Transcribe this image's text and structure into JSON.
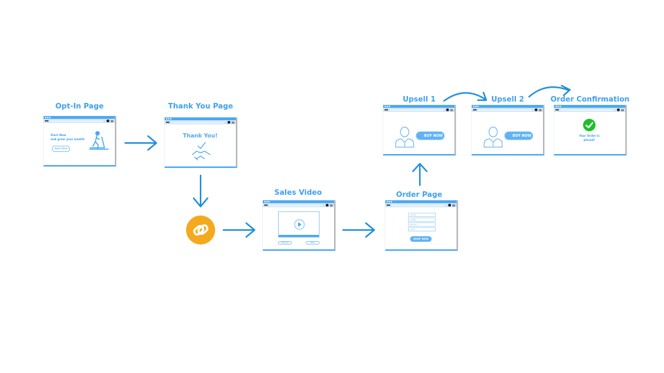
{
  "steps": {
    "optin": {
      "title": "Opt-In Page",
      "headline": "Start Now",
      "subline": "and grow your wealth",
      "button": "Apply Now"
    },
    "thankyou": {
      "title": "Thank You Page",
      "message": "Thank You!"
    },
    "video": {
      "title": "Sales Video",
      "prev": "Previous",
      "next": "Next"
    },
    "order": {
      "title": "Order Page",
      "fields": [
        "name",
        "email",
        "phone",
        "card"
      ],
      "button": "SHOP NOW"
    },
    "upsell1": {
      "title": "Upsell 1",
      "button": "BUY NOW"
    },
    "upsell2": {
      "title": "Upsell 2",
      "button": "BUY NOW"
    },
    "confirm": {
      "title": "Order Confirmation",
      "message": "Your Order is placed!"
    }
  },
  "colors": {
    "accent": "#3fa0f0",
    "arrow": "#1e8fdc",
    "link": "#f5a91e",
    "check": "#1cc02b"
  },
  "icons": [
    "treadmill-icon",
    "handshake-icon",
    "link-icon",
    "play-icon",
    "person-icon",
    "cart-icon",
    "check-icon"
  ]
}
